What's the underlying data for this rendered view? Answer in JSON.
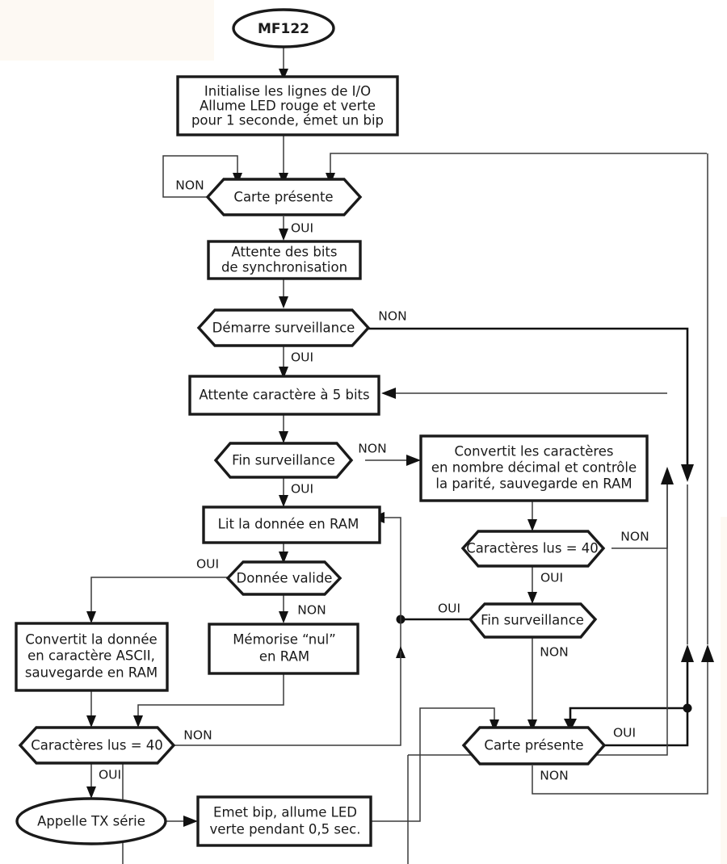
{
  "diagram": {
    "title": "MF122 flowchart",
    "colors": {
      "node_stroke": "#1a1a1a",
      "connector": "#3a3a3a",
      "connector_thick": "#111111",
      "node_fill": "#ffffff",
      "page_background": "#ffffff",
      "corner_panel": "#fdf9f3"
    }
  },
  "nodes": {
    "start": {
      "label": "MF122",
      "shape": "ellipse"
    },
    "init": {
      "line1": "Initialise les lignes de I/O",
      "line2": "Allume LED rouge et verte",
      "line3": "pour 1 seconde, émet un bip",
      "shape": "process"
    },
    "carte_presente_top": {
      "label": "Carte présente",
      "shape": "decision"
    },
    "attente_sync": {
      "line1": "Attente des bits",
      "line2": "de synchronisation",
      "shape": "process"
    },
    "demarre_surveillance": {
      "label": "Démarre surveillance",
      "shape": "decision"
    },
    "attente_caractere": {
      "label": "Attente caractère à 5 bits",
      "shape": "process"
    },
    "fin_surveillance_1": {
      "label": "Fin surveillance",
      "shape": "decision"
    },
    "convertit_caracteres": {
      "line1": "Convertit les caractères",
      "line2": "en nombre décimal et contrôle",
      "line3": "la parité, sauvegarde en RAM",
      "shape": "process"
    },
    "lit_donnee": {
      "label": "Lit la donnée en RAM",
      "shape": "process"
    },
    "caracteres_lus_right": {
      "label": "Caractères lus = 40",
      "shape": "decision"
    },
    "donnee_valide": {
      "label": "Donnée valide",
      "shape": "decision"
    },
    "fin_surveillance_2": {
      "label": "Fin surveillance",
      "shape": "decision"
    },
    "convertit_donnee": {
      "line1": "Convertit la donnée",
      "line2": "en caractère ASCII,",
      "line3": "sauvegarde en RAM",
      "shape": "process"
    },
    "memorise_nul": {
      "line1": "Mémorise “nul”",
      "line2": "en RAM",
      "shape": "process"
    },
    "caracteres_lus_left": {
      "label": "Caractères lus = 40",
      "shape": "decision"
    },
    "appelle_tx": {
      "label": "Appelle TX série",
      "shape": "ellipse"
    },
    "emet_bip": {
      "line1": "Emet bip, allume LED",
      "line2": "verte pendant 0,5 sec.",
      "shape": "process"
    },
    "carte_presente_bottom": {
      "label": "Carte présente",
      "shape": "decision"
    }
  },
  "edge_labels": {
    "non_carte_top": "NON",
    "oui_carte_top": "OUI",
    "non_demarre": "NON",
    "oui_demarre": "OUI",
    "non_fin1": "NON",
    "oui_fin1": "OUI",
    "non_carac_right": "NON",
    "oui_carac_right": "OUI",
    "oui_donnee_valide": "OUI",
    "non_donnee_valide": "NON",
    "oui_fin2": "OUI",
    "non_fin2": "NON",
    "non_carac_left": "NON",
    "oui_carac_left": "OUI",
    "oui_carte_bottom": "OUI",
    "non_carte_bottom": "NON"
  }
}
